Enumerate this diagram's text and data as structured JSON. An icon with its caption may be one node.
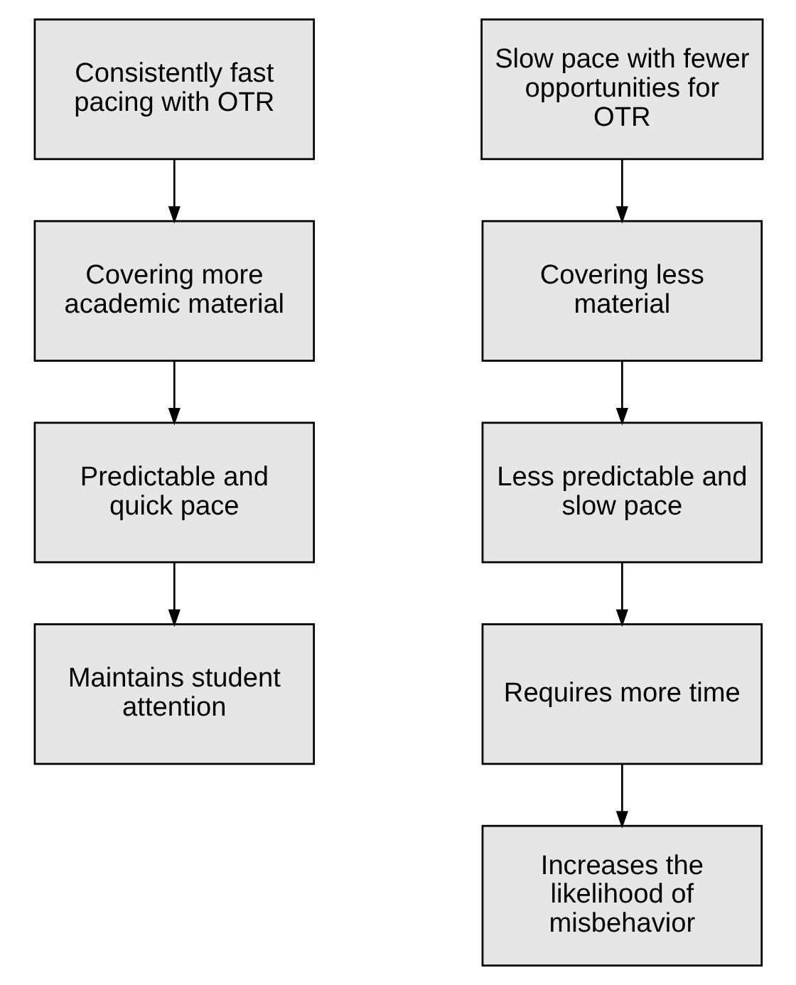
{
  "diagram": {
    "nodes": [
      {
        "text": [
          "Consistently fast pacing with OTR"
        ]
      },
      {
        "text": [
          "Covering more academic material"
        ]
      },
      {
        "text": [
          "Predictable and quick pace"
        ]
      },
      {
        "text": [
          "Maintains student attention"
        ]
      },
      {
        "text": [
          "Slow pace with fewer opportunities for OTR"
        ]
      },
      {
        "text": [
          "Covering less material"
        ]
      },
      {
        "text": [
          "Less predictable and slow pace"
        ]
      },
      {
        "text": [
          "Requires more time"
        ]
      },
      {
        "text": [
          "Increases the likelihood of misbehavior"
        ]
      }
    ],
    "edges": [
      {
        "from": 0,
        "to": 1,
        "arrow": "to"
      },
      {
        "from": 1,
        "to": 2,
        "arrow": "to"
      },
      {
        "from": 2,
        "to": 3,
        "arrow": "to"
      },
      {
        "from": 4,
        "to": 5,
        "arrow": "to"
      },
      {
        "from": 5,
        "to": 6,
        "arrow": "to"
      },
      {
        "from": 6,
        "to": 7,
        "arrow": "to"
      },
      {
        "from": 7,
        "to": 8,
        "arrow": "to"
      }
    ]
  }
}
